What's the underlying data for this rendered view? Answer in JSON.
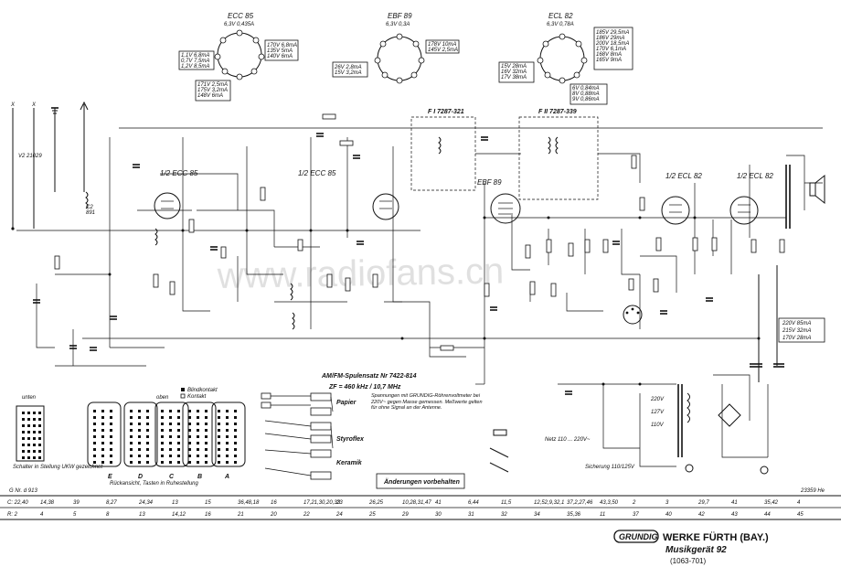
{
  "tubes": [
    {
      "type": "ECC 85",
      "supply": "6,3V 0,435A"
    },
    {
      "type": "EBF 89",
      "supply": "6,3V 0,3A"
    },
    {
      "type": "ECL 82",
      "supply": "6,3V 0,78A"
    }
  ],
  "if_filters": [
    "F I 7287-321",
    "F II 7287-339"
  ],
  "schematic_tube_labels": [
    "1/2 ECC 85",
    "1/2 ECC 85",
    "EBF 89",
    "1/2 ECL 82",
    "1/2 ECL 82"
  ],
  "coil_set": {
    "title": "AM/FM-Spulensatz Nr 7422-814",
    "frequency": "ZF = 460 kHz / 10,7 MHz"
  },
  "measurement_note": "Spannungen mit GRUNDIG-Röhrenvoltmeter bei 220V~ gegen Masse gemessen. Meßwerte gelten für ohne Signal an der Antenne.",
  "voltage_table": [
    "220V 85mA",
    "215V 32mA",
    "170V 28mA"
  ],
  "capacitor_legend": [
    "Papier",
    "Styroflex",
    "Keramik"
  ],
  "switch_note": "Schalter in Stellung UKW gezeichnet",
  "switch_view_labels": [
    "unten",
    "oben"
  ],
  "contact_legend": [
    "Blindkontakt",
    "Kontakt"
  ],
  "rear_view_label": "Rückansicht, Tasten in Ruhestellung",
  "rear_letters": [
    "E",
    "D",
    "C",
    "B",
    "A"
  ],
  "changes_reserved": "Änderungen vorbehalten",
  "doc_number": "G Nr. d 913",
  "sheet_number": "23359 He",
  "brand": "GRUNDIG",
  "manufacturer": "WERKE FÜRTH (BAY.)",
  "model": "Musikgerät 92",
  "model_code": "(1063-701)",
  "watermark": "www.radiofans.cn",
  "fuse_label": "Sicherung 110/125V",
  "net_label": "Netz 110 ... 220V~",
  "mains_taps": [
    "220V",
    "127V",
    "110V"
  ],
  "grid_row_1": [
    "C: 22,40",
    "14,38",
    "39",
    "8,27",
    "24,34",
    "13",
    "15",
    "36,48,18",
    "16",
    "17,21,30,20,33",
    "23",
    "26,25",
    "10,28,31,47",
    "41",
    "6,44",
    "11,5",
    "12,52,9,32,1",
    "37,2,27,46",
    "43,3,50",
    "2",
    "3",
    "29,7",
    "41",
    "35,42",
    "4"
  ],
  "grid_row_2": [
    "R: 2",
    "4",
    "5",
    "8",
    "13",
    "14,12",
    "16",
    "21",
    "20",
    "22",
    "24",
    "25",
    "29",
    "30",
    "31",
    "32",
    "34",
    "35,36",
    "11",
    "37",
    "40",
    "42",
    "43",
    "44",
    "45"
  ]
}
